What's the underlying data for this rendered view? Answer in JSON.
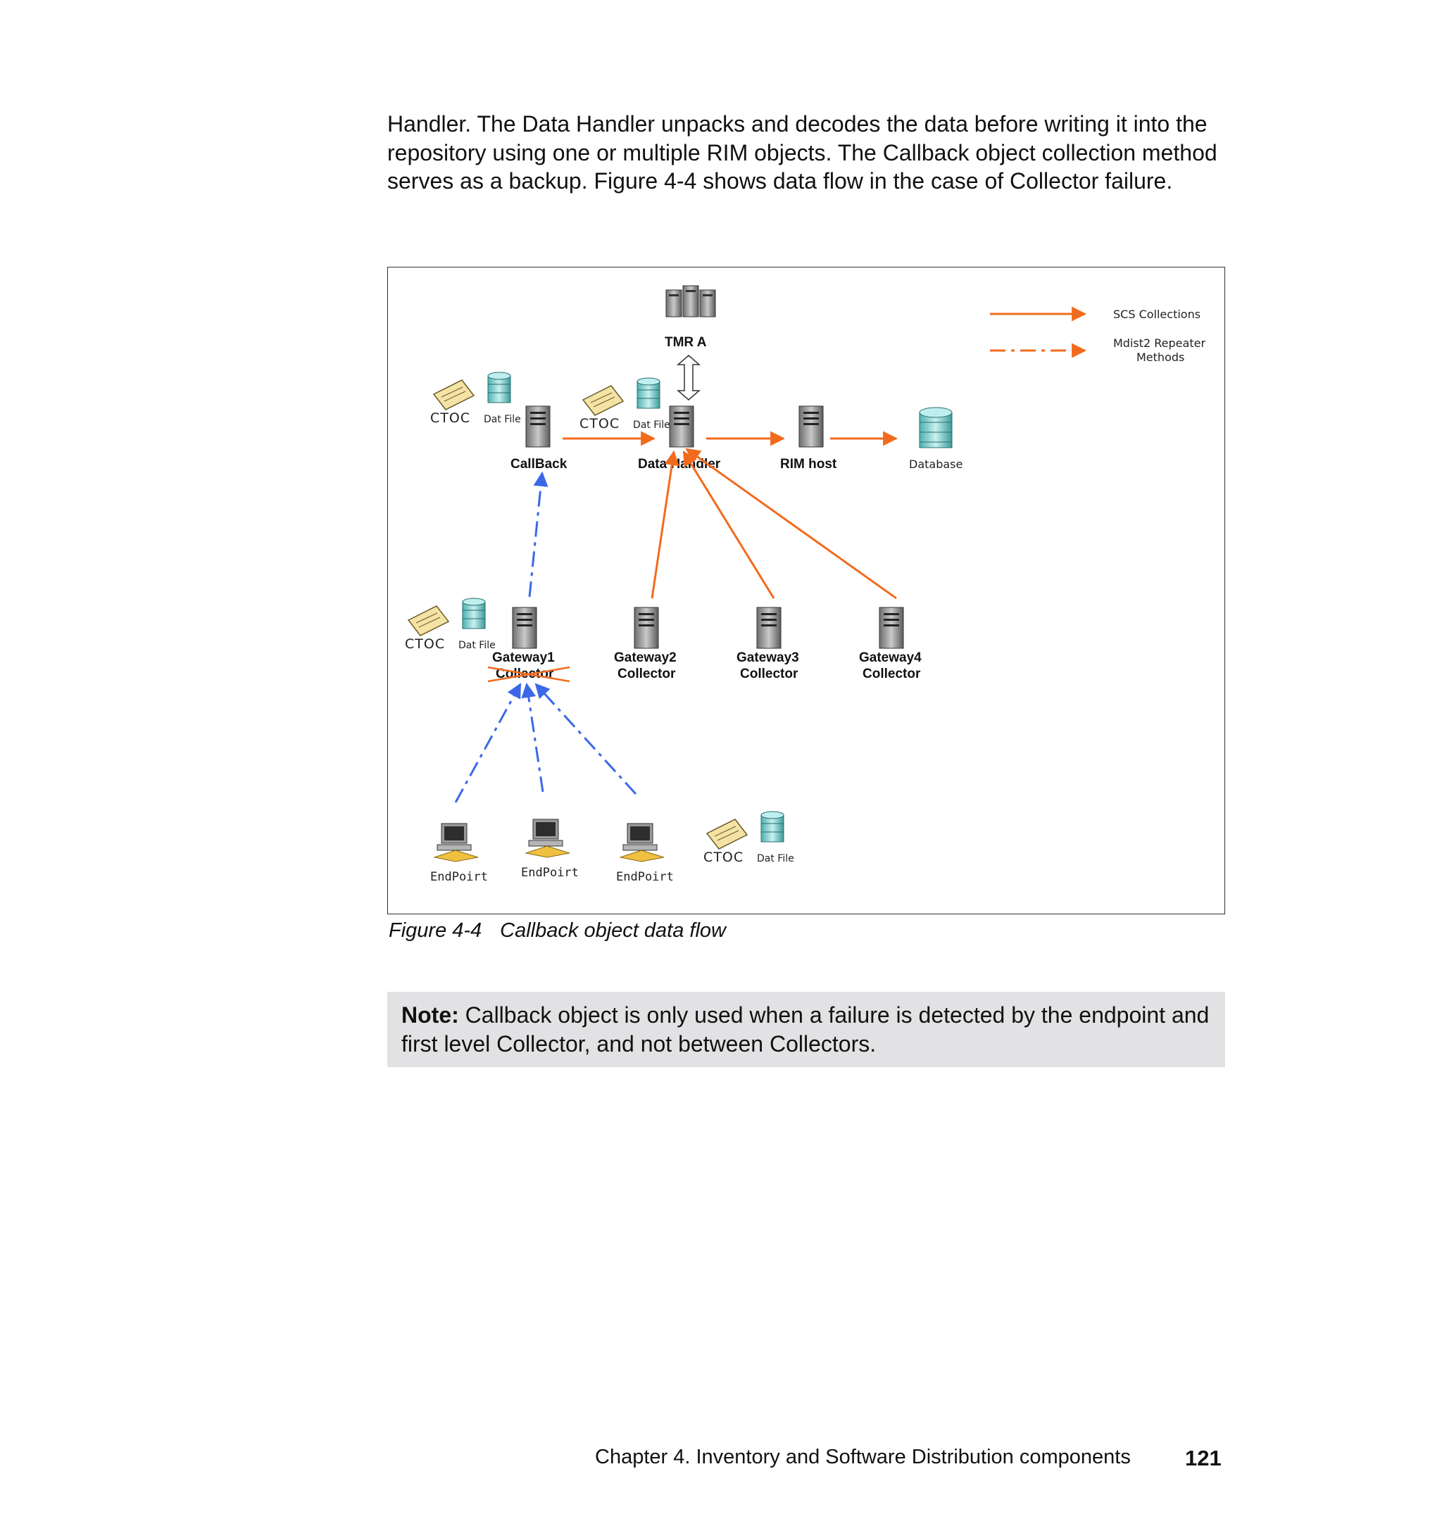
{
  "body_text": "Handler. The Data Handler unpacks and decodes the data before writing it into the repository using one or multiple RIM objects. The Callback object collection method serves as a backup. Figure 4-4 shows data flow in the case of Collector failure.",
  "figure": {
    "caption_number": "Figure 4-4",
    "caption_title": "Callback object data flow",
    "legend": {
      "solid_label": "SCS Collections",
      "dashed_label_line1": "Mdist2 Repeater",
      "dashed_label_line2": "Methods"
    },
    "nodes": {
      "tmr": "TMR A",
      "callback": "CallBack",
      "data_handler": "Data Handler",
      "rim_host": "RIM host",
      "database": "Database",
      "gw1_line1": "Gateway1",
      "gw1_line2": "Collector",
      "gw2_line1": "Gateway2",
      "gw2_line2": "Collector",
      "gw3_line1": "Gateway3",
      "gw3_line2": "Collector",
      "gw4_line1": "Gateway4",
      "gw4_line2": "Collector",
      "endpoint_1": "EndPoirt",
      "endpoint_2": "EndPoirt",
      "endpoint_3": "EndPoirt"
    },
    "ctoc_groups": [
      {
        "ctoc": "CTOC",
        "dat": "Dat File"
      },
      {
        "ctoc": "CTOC",
        "dat": "Dat File"
      },
      {
        "ctoc": "CTOC",
        "dat": "Dat File"
      },
      {
        "ctoc": "CTOC",
        "dat": "Dat File"
      }
    ],
    "colors": {
      "scs_arrow": "#f26b1d",
      "repeater_arrow": "#3a68e8",
      "failure_mark": "#f26b1d"
    }
  },
  "note": {
    "label": "Note:",
    "text": " Callback object is only used when a failure is detected by the endpoint and first level Collector, and not between Collectors."
  },
  "footer": {
    "chapter": "Chapter 4. Inventory and Software Distribution components",
    "page": "121"
  }
}
